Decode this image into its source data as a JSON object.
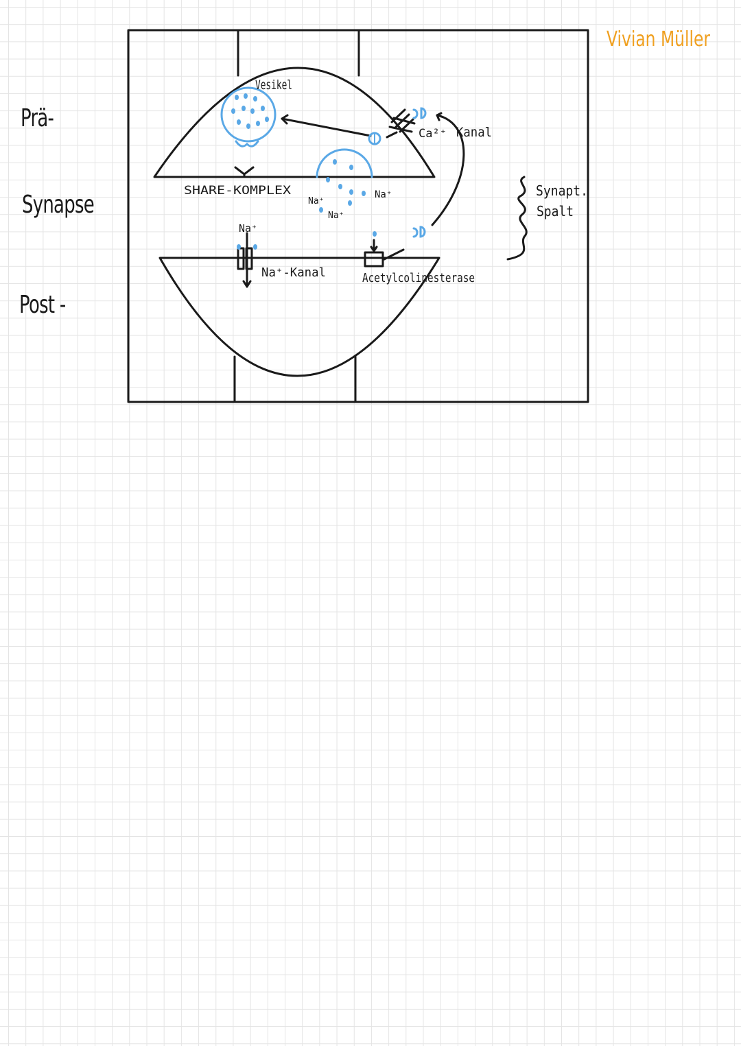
{
  "author": "Vivian Müller",
  "colors": {
    "ink": "#1a1a1a",
    "accent_blue": "#5aa8e6",
    "author_orange": "#f0a020"
  },
  "margin_labels": {
    "pre": "Prä-",
    "synapse": "Synapse",
    "post": "Post -"
  },
  "labels": {
    "vesikel": "Vesikel",
    "share_komplex": "SHARE-KOMPLEX",
    "ca_channel": "Ca²⁺",
    "kanal": "Kanal",
    "na_1": "Na⁺",
    "na_2": "Na⁺",
    "na_3": "Na⁺",
    "na_4": "Na⁺",
    "na_kanal": "Na⁺-Kanal",
    "acetylcholinesterase": "Acetylcolinesterase",
    "synapt": "Synapt.",
    "spalt": "Spalt"
  }
}
